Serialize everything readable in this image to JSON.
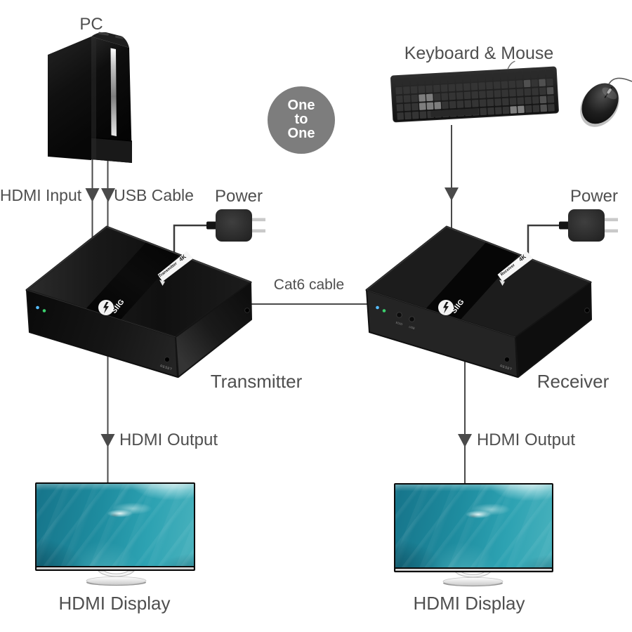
{
  "endpoints": {
    "pc": "PC",
    "keyboard_mouse": "Keyboard & Mouse",
    "display_left": "HDMI Display",
    "display_right": "HDMI Display"
  },
  "badge": {
    "lines": [
      "One",
      "to",
      "One"
    ],
    "bg": "#7d7d7d",
    "fg": "#ffffff"
  },
  "connections": {
    "hdmi_input": "HDMI Input",
    "usb_cable": "USB Cable",
    "power_left": "Power",
    "power_right": "Power",
    "cat6": "Cat6 cable",
    "hdmi_output_left": "HDMI Output",
    "hdmi_output_right": "HDMI Output"
  },
  "devices": {
    "transmitter": {
      "name_label": "Transmitter",
      "brand": "SIIG",
      "ribbon_4k": "4K",
      "ribbon_label": "Transmitter",
      "reset": "RESET"
    },
    "receiver": {
      "name_label": "Receiver",
      "brand": "SIIG",
      "ribbon_4k": "4K",
      "ribbon_label": "Receiver",
      "reset": "RESET",
      "edid": "EDID",
      "usb": "USB"
    }
  },
  "colors": {
    "line": "#4a4a4a",
    "label_text": "#4f4f4f",
    "screen_teal": "#2695a6"
  }
}
